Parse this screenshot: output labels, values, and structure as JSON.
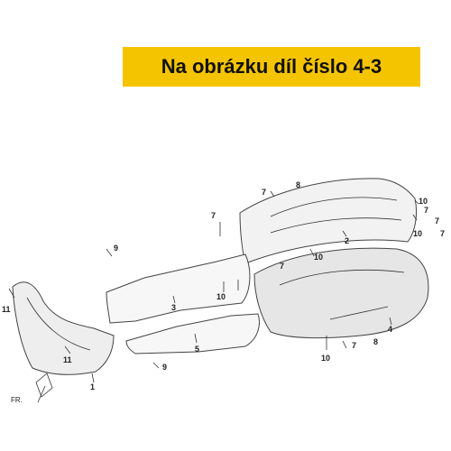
{
  "banner": {
    "text": "Na obrázku díl číslo 4-3",
    "color": "#f5c400"
  },
  "direction_label": "FR.",
  "callouts": [
    "1",
    "2",
    "3",
    "4",
    "5",
    "7",
    "7",
    "7",
    "7",
    "7",
    "7",
    "7",
    "8",
    "8",
    "9",
    "9",
    "10",
    "10",
    "10",
    "10",
    "10",
    "11",
    "11"
  ]
}
